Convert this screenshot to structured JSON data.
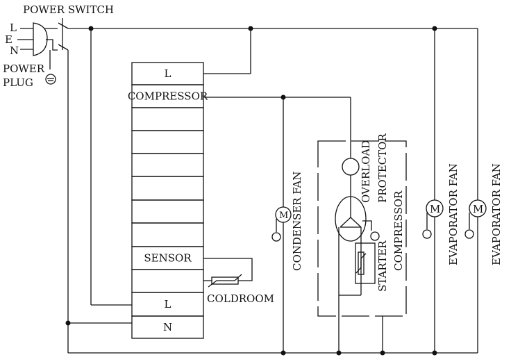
{
  "plug": {
    "l": "L",
    "e": "E",
    "n": "N",
    "label1": "POWER",
    "label2": "PLUG"
  },
  "switch_label": "POWER SWITCH",
  "controller": {
    "rows": [
      "L",
      "COMPRESSOR",
      "",
      "",
      "",
      "",
      "",
      "",
      "SENSOR",
      "",
      "L",
      "N"
    ]
  },
  "coldroom": "COLDROOM",
  "condenser_fan": "CONDENSER FAN",
  "overload": "OVERLOAD",
  "protector": "PROTECTOR",
  "compressor": "COMPRESSOR",
  "starter": "STARTER",
  "evaporator_fan_1": "EVAPORATOR FAN",
  "evaporator_fan_2": "EVAPORATOR FAN",
  "motor_symbol": "M"
}
